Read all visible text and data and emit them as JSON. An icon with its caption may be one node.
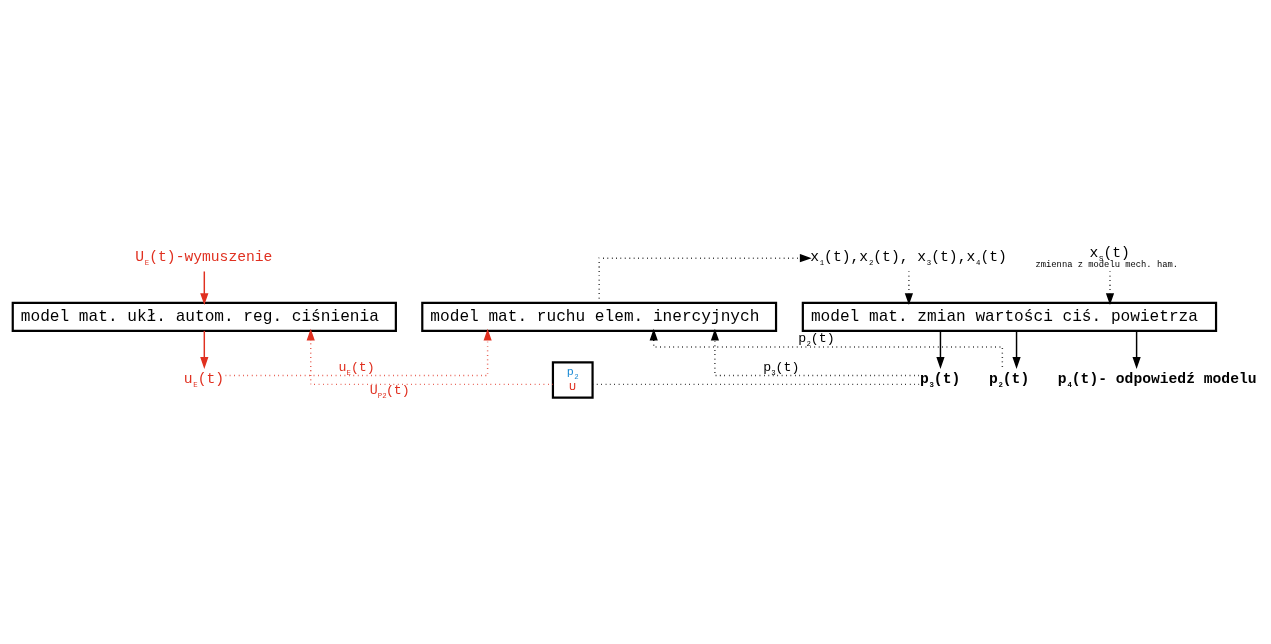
{
  "diagram": {
    "nodes": [
      {
        "text": [
          "model mat. zmian wartości ciś. powietrza"
        ]
      },
      {
        "text": [
          "model mat. ruchu elem. inercyjnych"
        ]
      },
      {
        "text": [
          "model mat. ukł. autom. reg. ciśnienia"
        ]
      },
      {
        "text": [
          "x$_{S}$(t)",
          "zmienna z modelu mech. ham."
        ]
      },
      {
        "text": [
          "x$_{1}$(t),x$_{2}$(t), x$_{3}$(t),x$_{4}$(t)"
        ]
      },
      {
        "text": [
          "U$_{E}$(t)-wymuszenie"
        ]
      },
      {
        "text": [
          "p$_{3}$(t)"
        ]
      },
      {
        "text": [
          "p$_{2}$(t)"
        ]
      },
      {
        "text": [
          "p$_{4}$(t)- odpowiedź modelu"
        ]
      },
      {
        "text": [
          "p$_{2}$",
          "U"
        ]
      },
      {
        "text": [
          "u$_{E}$(t)"
        ]
      }
    ],
    "edges": [
      {
        "from": 3,
        "to": 0,
        "arrow": "to",
        "style": "dashed"
      },
      {
        "from": 1,
        "to": 4,
        "arrow": "to",
        "style": "dashed"
      },
      {
        "from": 4,
        "to": 0,
        "arrow": "to",
        "style": "dashed"
      },
      {
        "from": 5,
        "to": 2,
        "arrow": "to",
        "color": "#e03020"
      },
      {
        "from": 0,
        "to": 6,
        "arrow": "to"
      },
      {
        "from": 0,
        "to": 7,
        "arrow": "to"
      },
      {
        "from": 0,
        "to": 8,
        "arrow": "to"
      },
      {
        "from": 7,
        "to": 1,
        "arrow": "to",
        "style": "dashed",
        "label": "p$_{2}$(t)"
      },
      {
        "from": 6,
        "to": 1,
        "arrow": "to",
        "style": "dashed",
        "label": "p$_{3}$(t)"
      },
      {
        "from": 6,
        "to": 9,
        "arrow": "none",
        "style": "dashed"
      },
      {
        "from": 9,
        "to": 2,
        "arrow": "to",
        "style": "dashed",
        "color": "#e03020",
        "label": "U$_{P2}$(t)"
      },
      {
        "from": 2,
        "to": 10,
        "arrow": "to",
        "color": "#e03020"
      },
      {
        "from": 10,
        "to": 1,
        "arrow": "to",
        "style": "dashed",
        "color": "#e03020",
        "label": "u$_{E}$(t)"
      }
    ]
  }
}
